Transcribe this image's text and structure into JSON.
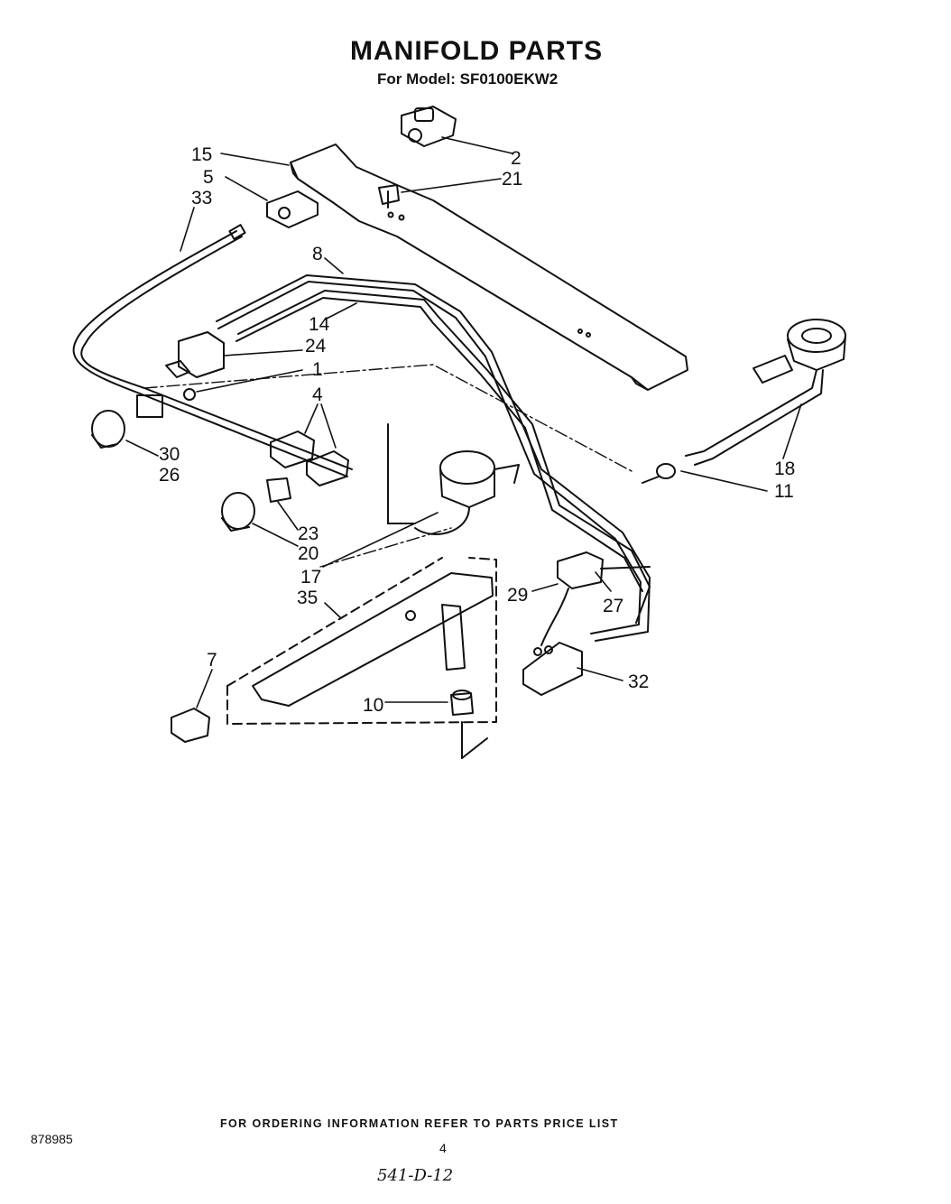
{
  "header": {
    "title": "MANIFOLD PARTS",
    "model_line": "For Model: SF0100EKW2"
  },
  "callouts": [
    "15",
    "5",
    "33",
    "2",
    "21",
    "8",
    "14",
    "24",
    "1",
    "4",
    "30",
    "26",
    "23",
    "20",
    "17",
    "35",
    "7",
    "10",
    "18",
    "11",
    "29",
    "27",
    "32"
  ],
  "footer": {
    "ordering_note": "FOR ORDERING INFORMATION REFER TO PARTS PRICE LIST",
    "doc_number": "878985",
    "page_number": "4",
    "handwritten_code": "541-D-12"
  }
}
